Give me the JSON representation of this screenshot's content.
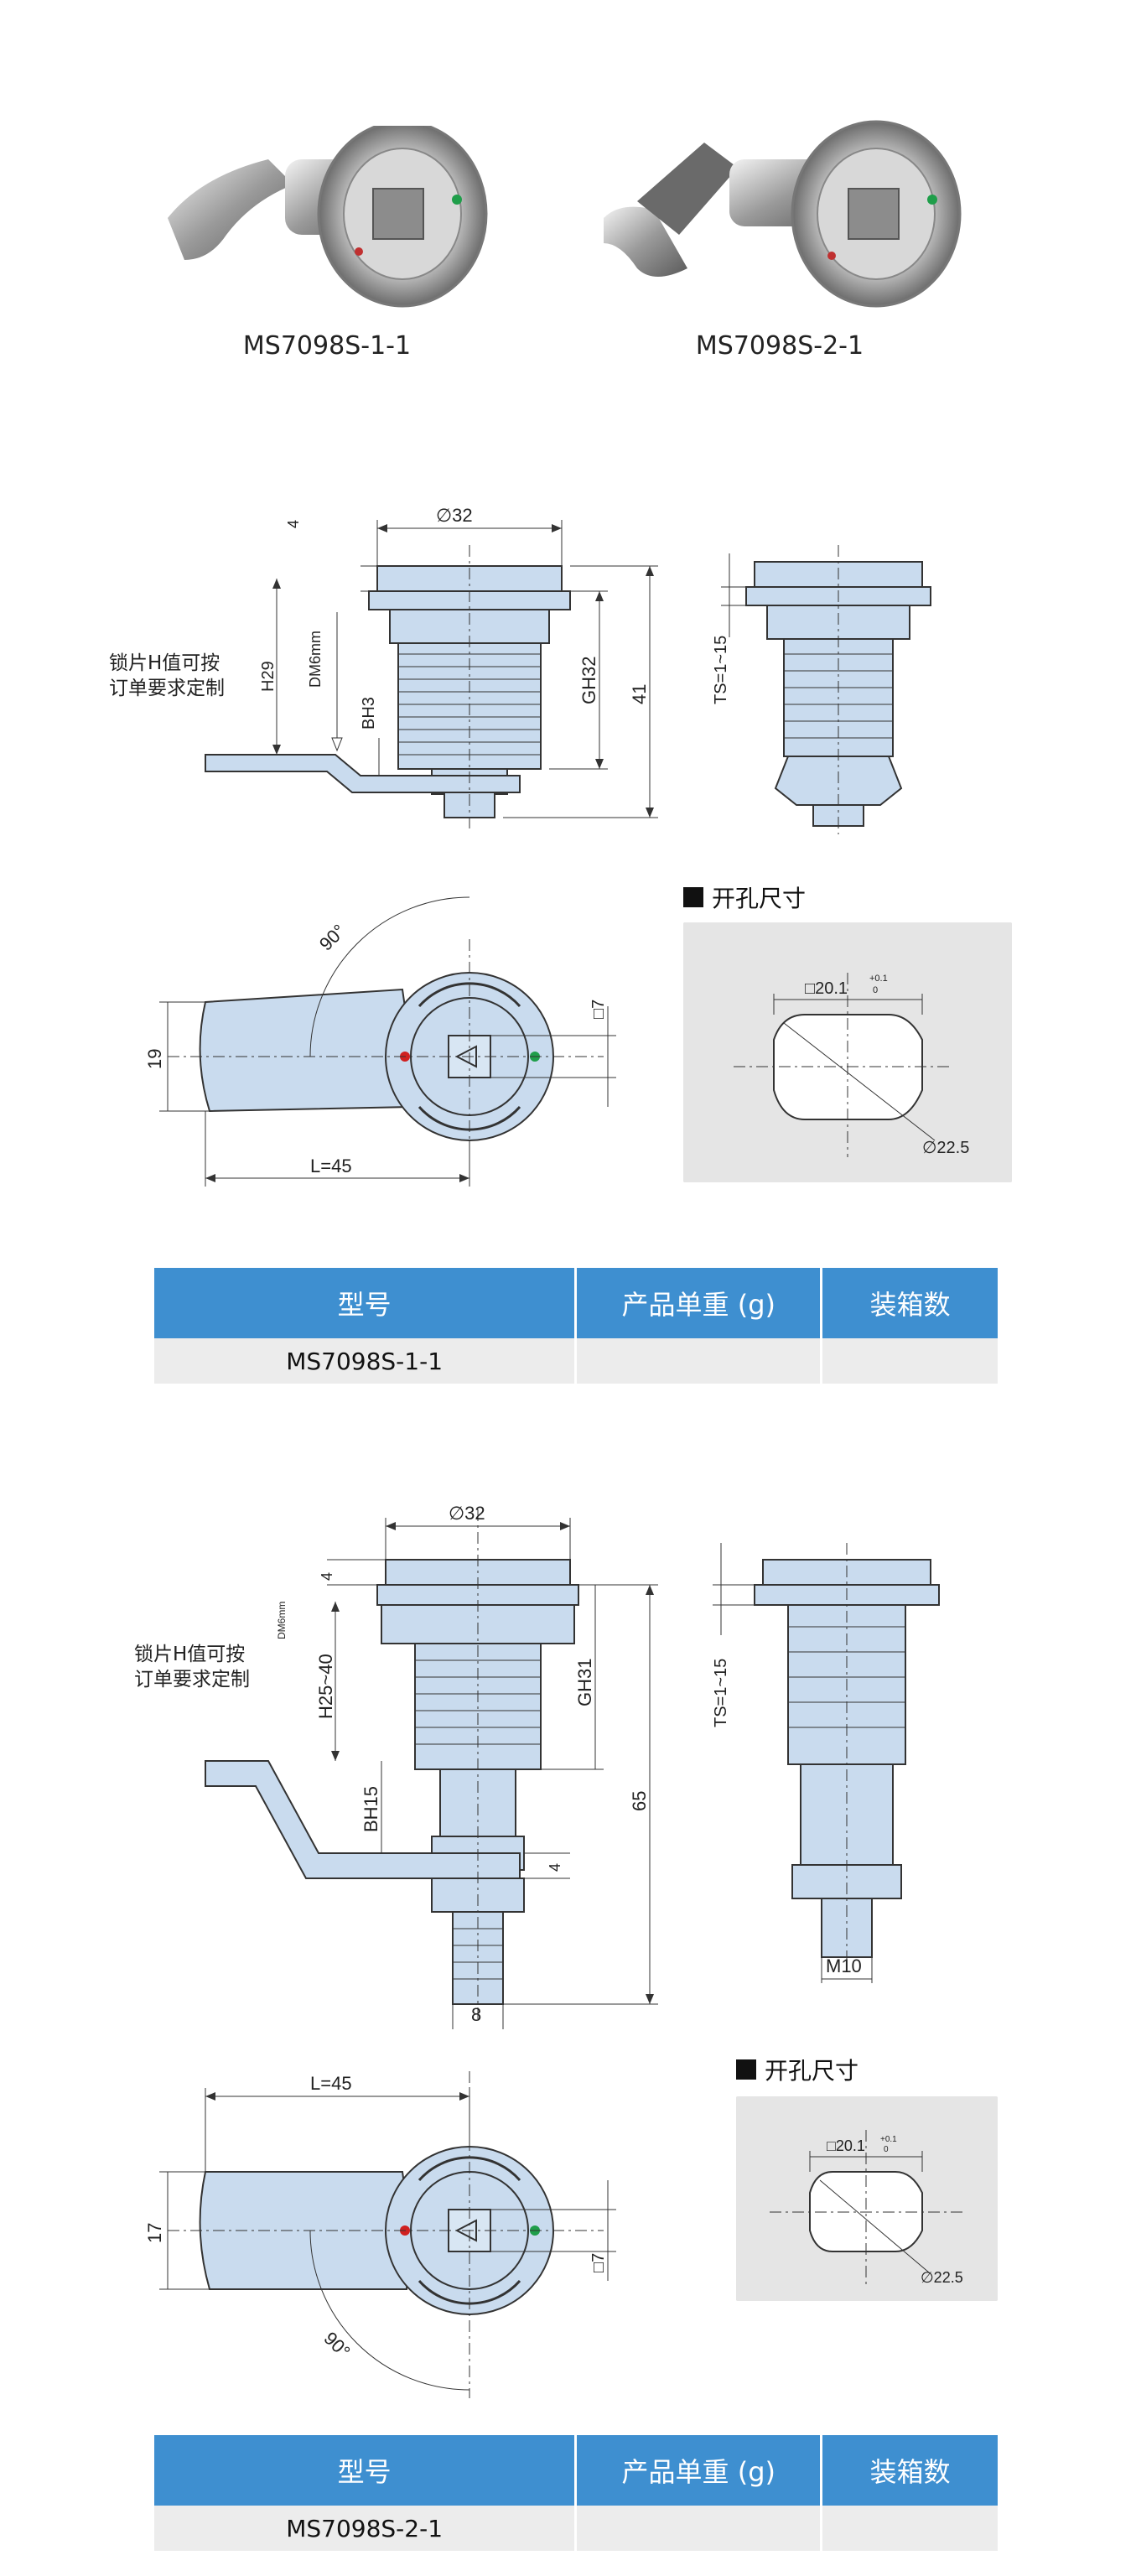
{
  "products": [
    {
      "model": "MS7098S-1-1"
    },
    {
      "model": "MS7098S-2-1"
    }
  ],
  "drawing1": {
    "dia": "∅32",
    "dim_4": "4",
    "dm": "DM6mm",
    "h29": "H29",
    "bh3": "BH3",
    "gh32": "GH32",
    "d41": "41",
    "ts": "TS=1~15",
    "note_line1": "锁片H值可按",
    "note_line2": "订单要求定制",
    "angle": "90°",
    "d19": "19",
    "sq7": "□7",
    "len": "L=45"
  },
  "drawing2": {
    "dia": "∅32",
    "dim_4": "4",
    "dm": "DM6mm",
    "h": "H25~40",
    "gh31": "GH31",
    "bh15": "BH15",
    "d65": "65",
    "d4b": "4",
    "d8": "8",
    "ts": "TS=1~15",
    "m10": "M10",
    "note_line1": "锁片H值可按",
    "note_line2": "订单要求定制",
    "len": "L=45",
    "d17": "17",
    "sq7": "□7",
    "angle": "90°"
  },
  "cutout": {
    "title": "开孔尺寸",
    "square": "□20.1",
    "tol_upper": "+0.1",
    "tol_lower": "0",
    "circle": "∅22.5"
  },
  "table": {
    "headers": [
      "型号",
      "产品单重 (g)",
      "装箱数"
    ],
    "rows": [
      {
        "model": "MS7098S-1-1",
        "weight": "",
        "qty": ""
      },
      {
        "model": "MS7098S-2-1",
        "weight": "",
        "qty": ""
      }
    ]
  },
  "colors": {
    "part_fill": "#c9dbee",
    "table_header": "#3e8fd0",
    "table_row": "#ececec",
    "cutout_bg": "#e5e5e5"
  }
}
